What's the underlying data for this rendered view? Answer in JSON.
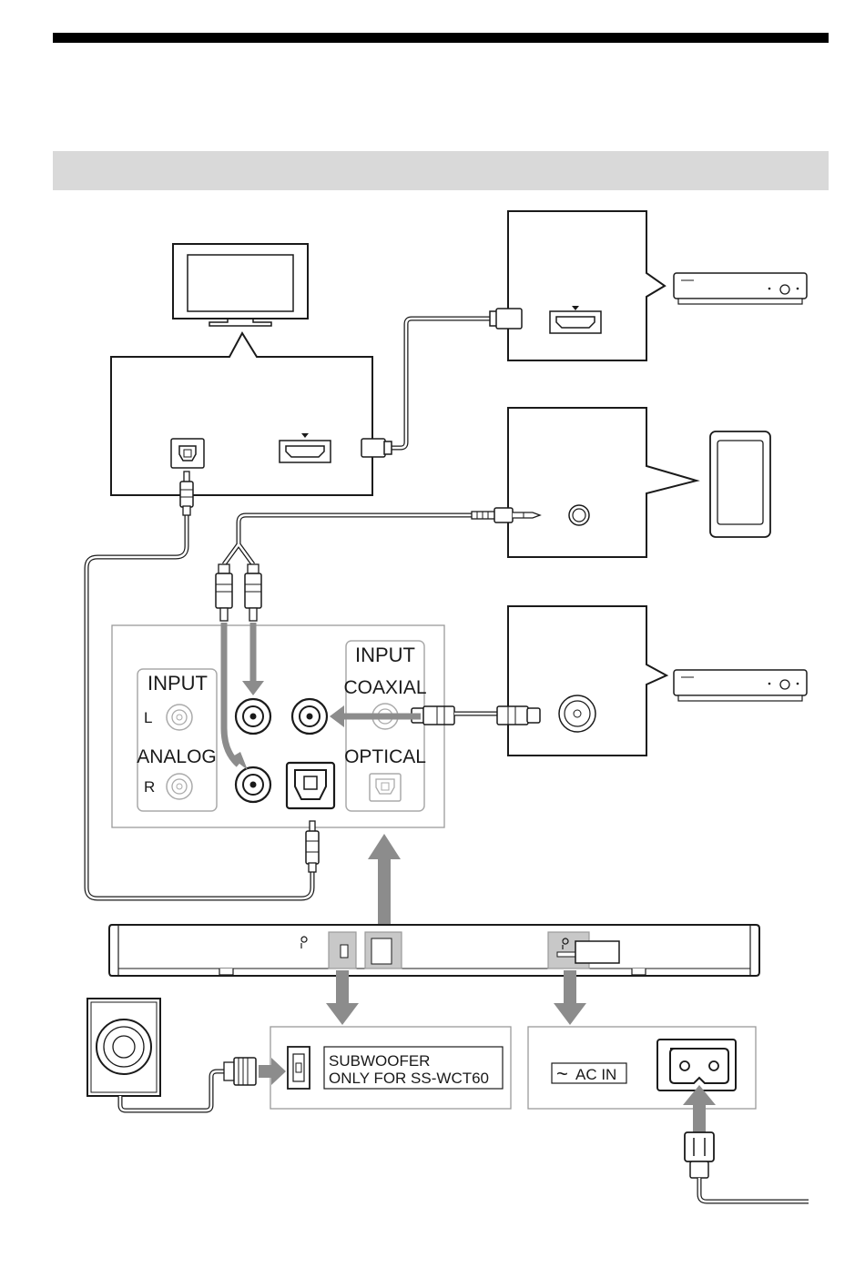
{
  "labels": {
    "input_analog_header": "INPUT",
    "channel_left": "L",
    "analog": "ANALOG",
    "channel_right": "R",
    "input_digital_header": "INPUT",
    "coaxial": "COAXIAL",
    "optical": "OPTICAL",
    "subwoofer_line1": "SUBWOOFER",
    "subwoofer_line2": "ONLY FOR SS-WCT60",
    "ac_in": "AC IN",
    "ac_tilde": "~"
  },
  "colors": {
    "line": "#1a1a1a",
    "arrow_gray": "#8c8c8c",
    "banner_gray": "#d9d9d9",
    "panel_border": "#9a9a9a",
    "highlight_gray": "#c8c8c8",
    "light_jack": "#aaaaaa"
  },
  "icons": [
    "tv-icon",
    "blu-ray-recorder-icon",
    "portable-player-icon",
    "cable-box-icon",
    "subwoofer-icon",
    "power-plug-icon"
  ]
}
